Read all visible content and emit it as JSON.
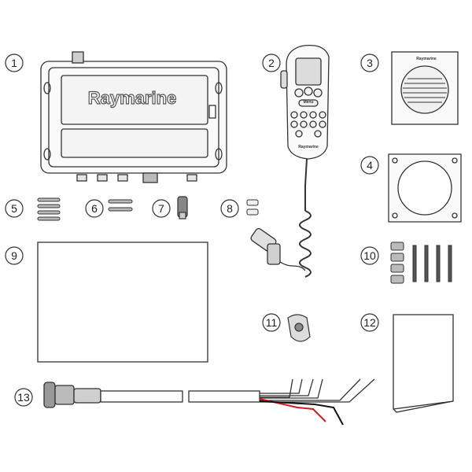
{
  "diagram": {
    "brand_main": "Raymarine",
    "brand_small": "Raymarine",
    "handset_button": "Menu",
    "handset_logo": "Raymarine",
    "callouts": [
      {
        "id": "c1",
        "label": "1"
      },
      {
        "id": "c2",
        "label": "2"
      },
      {
        "id": "c3",
        "label": "3"
      },
      {
        "id": "c4",
        "label": "4"
      },
      {
        "id": "c5",
        "label": "5"
      },
      {
        "id": "c6",
        "label": "6"
      },
      {
        "id": "c7",
        "label": "7"
      },
      {
        "id": "c8",
        "label": "8"
      },
      {
        "id": "c9",
        "label": "9"
      },
      {
        "id": "c10",
        "label": "10"
      },
      {
        "id": "c11",
        "label": "11"
      },
      {
        "id": "c12",
        "label": "12"
      },
      {
        "id": "c13",
        "label": "13"
      }
    ],
    "colors": {
      "line": "#333333",
      "fill_light": "#f2f2f2",
      "fill_mid": "#dcdcdc",
      "wire_red": "#d71920",
      "wire_black": "#111111"
    }
  }
}
